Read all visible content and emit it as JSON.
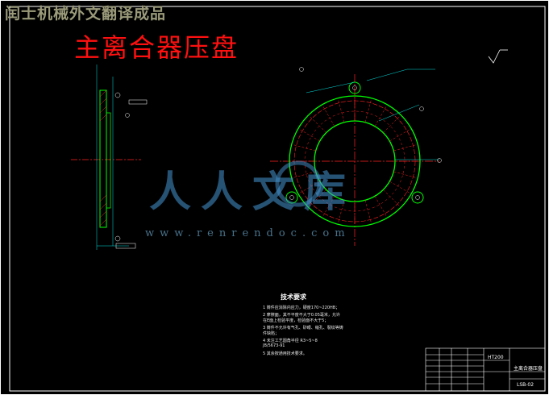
{
  "banner": "闰士机械外文翻译成品",
  "drawing_title": "主离合器压盘",
  "watermark": {
    "text": "人人文库",
    "url": "www.renrendoc.com"
  },
  "tech_requirements": {
    "heading": "技术要求",
    "items": [
      "1 铸件应消除内应力，硬度170~220HB；",
      "2 摩擦面，其不平度不大于0.05毫米，允许",
      "  在E面上检验平度，检验面不大于5；",
      "3 铸件不允许有气孔、砂眼、缩孔、裂纹等铸",
      "  件缺陷；",
      "4 未注工艺圆角半径 R3~5~8",
      "  JB/5673-91",
      "5 其余按通用技术要求。"
    ]
  },
  "title_block": {
    "material": "HT200",
    "part_name": "主离合器压盘",
    "drawing_no": "LSB-02"
  },
  "colors": {
    "frame": "#ffffff",
    "part_outline": "#00ff00",
    "center_line": "#ff2020",
    "dimension": "#00e0e0",
    "title_red": "#ff1010",
    "watermark": "#4696d2"
  }
}
